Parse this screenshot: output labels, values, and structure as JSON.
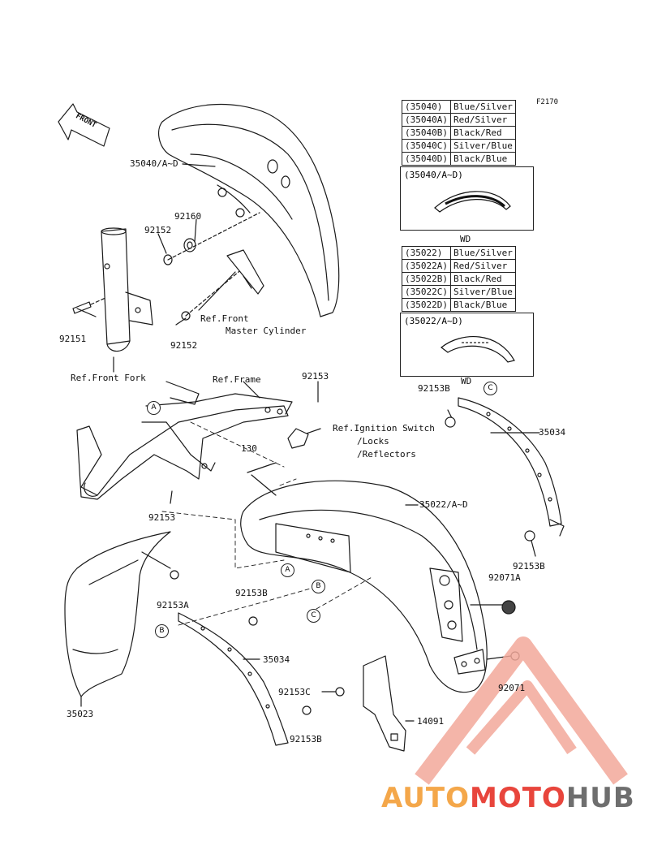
{
  "figure_code": "F2170",
  "front_arrow_label": "FRONT",
  "labels": {
    "fender_front": "35040/A~D",
    "p92160": "92160",
    "p92152_top": "92152",
    "p92151": "92151",
    "p92152_bottom": "92152",
    "ref_front_master_line1": "Ref.Front",
    "ref_front_master_line2": "Master Cylinder",
    "ref_front_fork": "Ref.Front Fork",
    "ref_frame": "Ref.Frame",
    "p92153_top": "92153",
    "ref_ignition_line1": "Ref.Ignition Switch",
    "ref_ignition_line2": "/Locks",
    "ref_ignition_line3": "/Reflectors",
    "p130": "130",
    "p92153_left": "92153",
    "fender_rear": "35022/A~D",
    "p92153B_top": "92153B",
    "wd_top": "WD",
    "p35034_right": "35034",
    "p92153B_right": "92153B",
    "p92071A": "92071A",
    "p92071": "92071",
    "p92153A": "92153A",
    "p92153B_mid": "92153B",
    "p35034_left": "35034",
    "p92153C": "92153C",
    "p14091": "14091",
    "p92153B_bottom": "92153B",
    "p35023": "35023",
    "wd_mid": "WD"
  },
  "callouts": {
    "a": "A",
    "b": "B",
    "c": "C"
  },
  "color_table_front": [
    {
      "code": "(35040)",
      "color": "Blue/Silver"
    },
    {
      "code": "(35040A)",
      "color": "Red/Silver"
    },
    {
      "code": "(35040B)",
      "color": "Black/Red"
    },
    {
      "code": "(35040C)",
      "color": "Silver/Blue"
    },
    {
      "code": "(35040D)",
      "color": "Black/Blue"
    }
  ],
  "color_table_rear": [
    {
      "code": "(35022)",
      "color": "Blue/Silver"
    },
    {
      "code": "(35022A)",
      "color": "Red/Silver"
    },
    {
      "code": "(35022B)",
      "color": "Black/Red"
    },
    {
      "code": "(35022C)",
      "color": "Silver/Blue"
    },
    {
      "code": "(35022D)",
      "color": "Black/Blue"
    }
  ],
  "inset_front_caption": "(35040/A~D)",
  "inset_rear_caption": "(35022/A~D)",
  "watermark": {
    "part1": "AUTO",
    "part2": "MOTO",
    "part3": "HUB",
    "color_orange": "#f4a74a",
    "color_red": "#e8453c",
    "color_grey": "#6e6e6e"
  }
}
